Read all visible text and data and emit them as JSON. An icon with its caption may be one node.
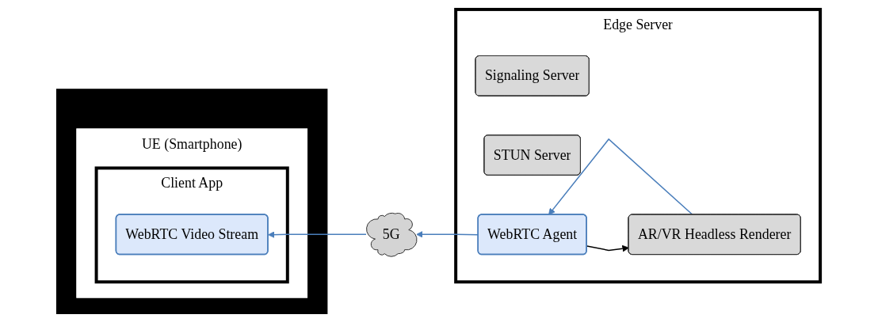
{
  "diagram": {
    "nodes": [
      {
        "text": [],
        "shape": "box"
      },
      {
        "text": [
          "UE (Smartphone)"
        ],
        "in": 0
      },
      {
        "text": [
          "Client App"
        ],
        "in": 1
      },
      {
        "text": [
          "WebRTC Video Stream"
        ],
        "in": 2
      },
      {
        "text": [
          "5G"
        ]
      },
      {
        "text": [
          "Edge Server"
        ]
      },
      {
        "text": [
          "Signaling Server"
        ],
        "in": 5
      },
      {
        "text": [
          "STUN Server"
        ],
        "in": 5
      },
      {
        "text": [
          "AR/VR Headless Renderer"
        ],
        "in": 5
      },
      {
        "text": [
          "WebRTC Agent"
        ],
        "in": 5
      }
    ],
    "edges": [
      {
        "from": 4,
        "to": 3,
        "arrow": "to"
      },
      {
        "from": 9,
        "to": 4,
        "arrow": "to"
      },
      {
        "from": 9,
        "to": 8,
        "arrow": "to",
        "color": "#000000"
      },
      {
        "from": 8,
        "to": 9,
        "arrow": "to"
      }
    ]
  }
}
